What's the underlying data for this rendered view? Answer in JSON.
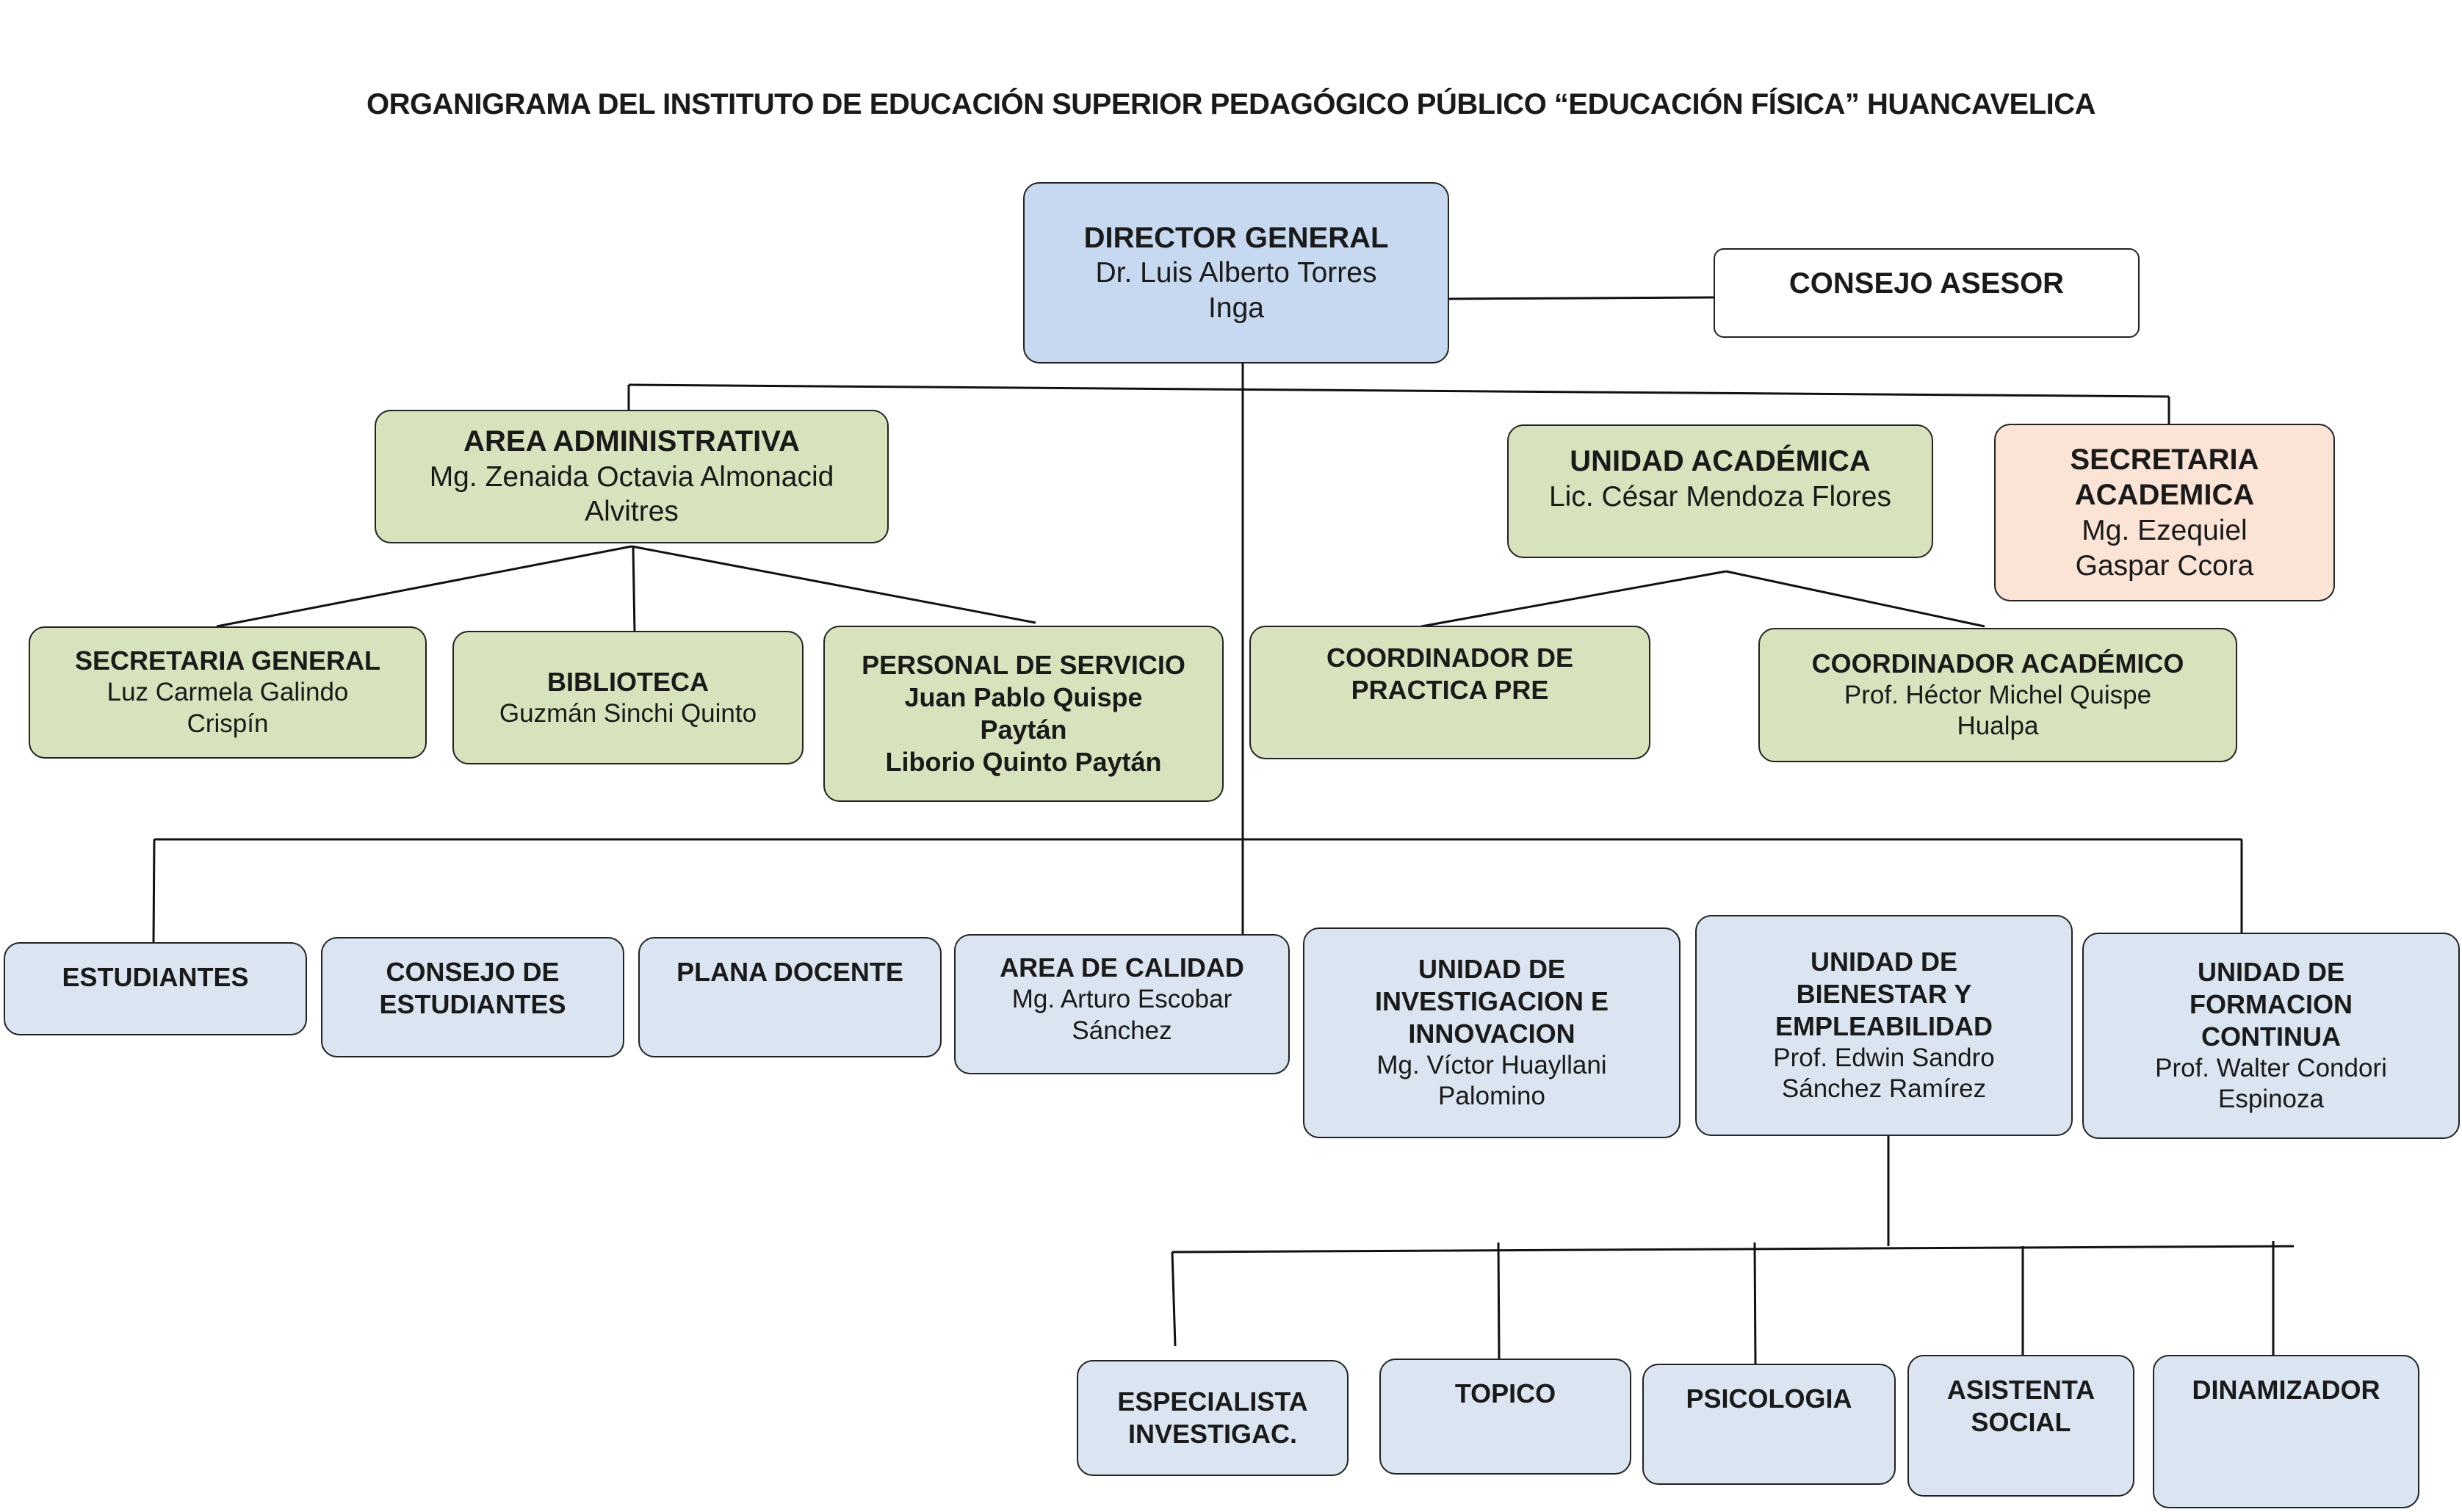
{
  "title": "ORGANIGRAMA DEL INSTITUTO DE EDUCACIÓN SUPERIOR PEDAGÓGICO PÚBLICO “EDUCACIÓN FÍSICA” HUANCAVELICA",
  "director": {
    "title": "DIRECTOR GENERAL",
    "name1": "Dr. Luis Alberto Torres",
    "name2": "Inga"
  },
  "consejo_asesor": {
    "title": "CONSEJO ASESOR"
  },
  "area_administrativa": {
    "title": "AREA ADMINISTRATIVA",
    "name1": "Mg. Zenaida Octavia Almonacid",
    "name2": "Alvitres"
  },
  "unidad_academica": {
    "title": "UNIDAD ACADÉMICA",
    "name1": "Lic. César Mendoza Flores"
  },
  "secretaria_academica": {
    "title1": "SECRETARIA",
    "title2": "ACADEMICA",
    "name1": "Mg. Ezequiel",
    "name2": "Gaspar Ccora"
  },
  "secretaria_general": {
    "title": "SECRETARIA GENERAL",
    "name1": "Luz Carmela Galindo",
    "name2": "Crispín"
  },
  "biblioteca": {
    "title": "BIBLIOTECA",
    "name1": "Guzmán Sinchi Quinto"
  },
  "personal_servicio": {
    "title": "PERSONAL DE SERVICIO",
    "name1": "Juan Pablo Quispe",
    "name2": "Paytán",
    "name3": "Liborio Quinto Paytán"
  },
  "coordinador_practica": {
    "title1": "COORDINADOR DE",
    "title2": "PRACTICA PRE"
  },
  "coordinador_academico": {
    "title": "COORDINADOR ACADÉMICO",
    "name1": "Prof. Héctor Michel Quispe",
    "name2": "Hualpa"
  },
  "estudiantes": {
    "title": "ESTUDIANTES"
  },
  "consejo_estudiantes": {
    "title1": "CONSEJO DE",
    "title2": "ESTUDIANTES"
  },
  "plana_docente": {
    "title": "PLANA DOCENTE"
  },
  "area_calidad": {
    "title": "AREA DE CALIDAD",
    "name1": "Mg. Arturo Escobar",
    "name2": "Sánchez"
  },
  "unidad_investigacion": {
    "title1": "UNIDAD DE",
    "title2": "INVESTIGACION E",
    "title3": "INNOVACION",
    "name1": "Mg. Víctor Huayllani",
    "name2": "Palomino"
  },
  "unidad_bienestar": {
    "title1": "UNIDAD DE",
    "title2": "BIENESTAR Y",
    "title3": "EMPLEABILIDAD",
    "name1": "Prof. Edwin Sandro",
    "name2": "Sánchez Ramírez"
  },
  "unidad_formacion": {
    "title1": "UNIDAD DE",
    "title2": "FORMACION",
    "title3": "CONTINUA",
    "name1": "Prof. Walter Condori",
    "name2": "Espinoza"
  },
  "especialista": {
    "title1": "ESPECIALISTA",
    "title2": "INVESTIGAC."
  },
  "topico": {
    "title": "TOPICO"
  },
  "psicologia": {
    "title": "PSICOLOGIA"
  },
  "asistenta_social": {
    "title1": "ASISTENTA",
    "title2": "SOCIAL"
  },
  "dinamizador": {
    "title": "DINAMIZADOR"
  }
}
